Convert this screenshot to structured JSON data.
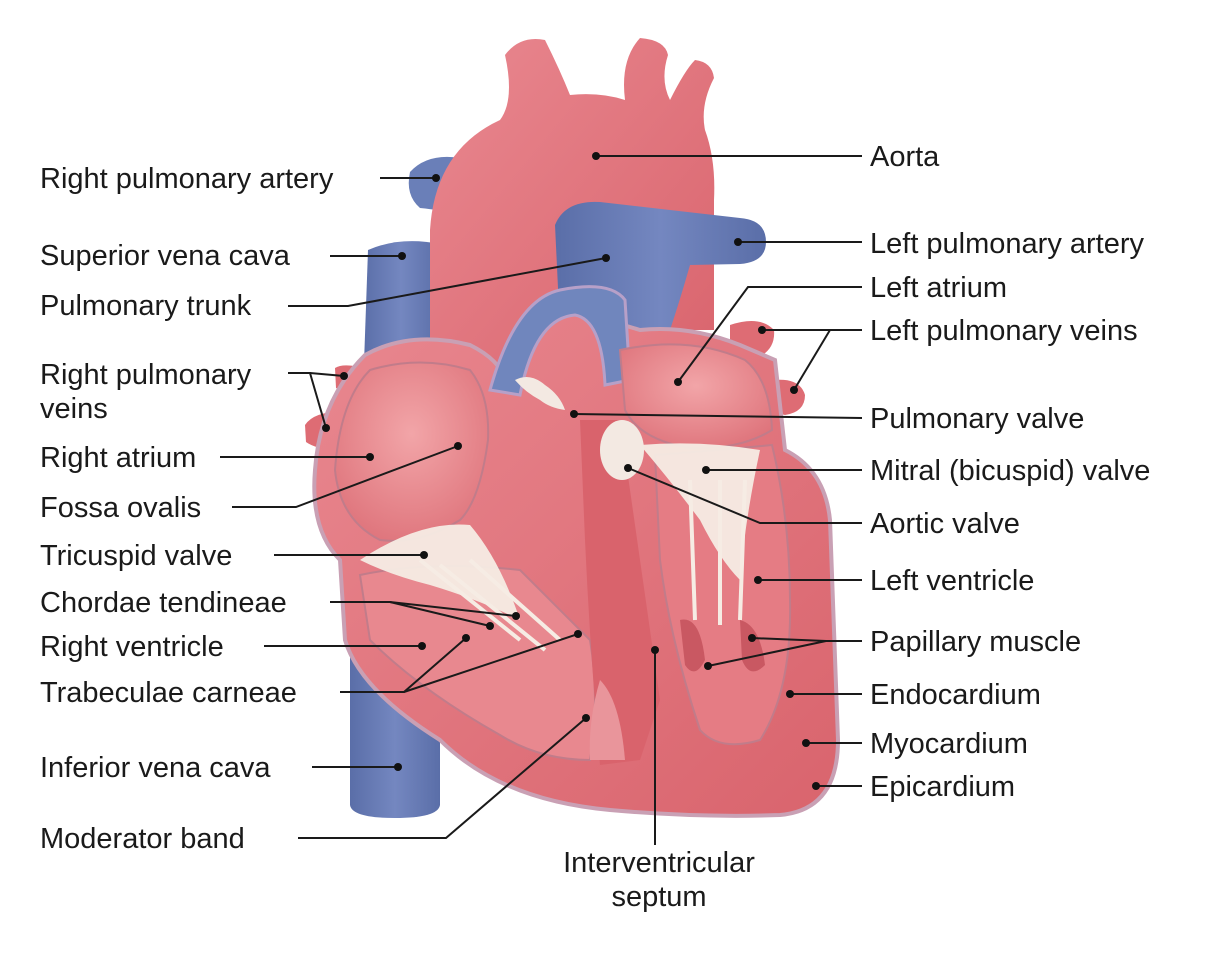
{
  "colors": {
    "muscle": "#e0727a",
    "muscle_dark": "#c95862",
    "muscle_light": "#f0a0a4",
    "vessel_blue": "#6a7fb8",
    "vessel_blue_dark": "#54689f",
    "valve": "#f6ece4",
    "outline": "#c9a0b4"
  },
  "labels": {
    "aorta": "Aorta",
    "right_pulmonary_artery": "Right pulmonary artery",
    "superior_vena_cava": "Superior vena cava",
    "pulmonary_trunk": "Pulmonary trunk",
    "right_pulmonary_veins_1": "Right pulmonary",
    "right_pulmonary_veins_2": "veins",
    "right_atrium": "Right atrium",
    "fossa_ovalis": "Fossa ovalis",
    "tricuspid_valve": "Tricuspid valve",
    "chordae_tendineae": "Chordae tendineae",
    "right_ventricle": "Right ventricle",
    "trabeculae_carneae": "Trabeculae carneae",
    "inferior_vena_cava": "Inferior vena cava",
    "moderator_band": "Moderator band",
    "interventricular_1": "Interventricular",
    "interventricular_2": "septum",
    "left_pulmonary_artery": "Left pulmonary artery",
    "left_atrium": "Left atrium",
    "left_pulmonary_veins": "Left pulmonary veins",
    "pulmonary_valve": "Pulmonary valve",
    "mitral_valve": "Mitral (bicuspid) valve",
    "aortic_valve": "Aortic valve",
    "left_ventricle": "Left ventricle",
    "papillary_muscle": "Papillary muscle",
    "endocardium": "Endocardium",
    "myocardium": "Myocardium",
    "epicardium": "Epicardium"
  }
}
